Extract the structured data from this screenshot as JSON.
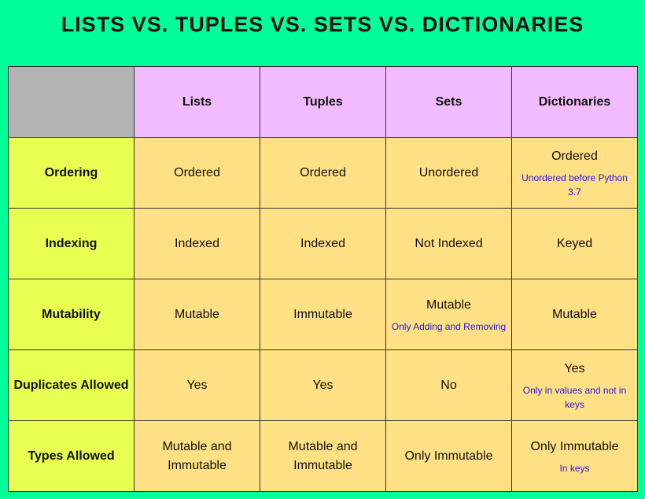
{
  "title": "LISTS VS. TUPLES VS. SETS VS. DICTIONARIES",
  "colors": {
    "background": "#00FF99",
    "corner": "#B3B3B3",
    "column_header": "#F2BBFF",
    "row_header": "#E8FF52",
    "cell": "#FFE084",
    "note_text": "#2A16E6"
  },
  "table": {
    "columns": [
      "Lists",
      "Tuples",
      "Sets",
      "Dictionaries"
    ],
    "rows": [
      {
        "label": "Ordering",
        "cells": [
          {
            "value": "Ordered",
            "note": ""
          },
          {
            "value": "Ordered",
            "note": ""
          },
          {
            "value": "Unordered",
            "note": ""
          },
          {
            "value": "Ordered",
            "note": "Unordered before Python 3.7"
          }
        ]
      },
      {
        "label": "Indexing",
        "cells": [
          {
            "value": "Indexed",
            "note": ""
          },
          {
            "value": "Indexed",
            "note": ""
          },
          {
            "value": "Not Indexed",
            "note": ""
          },
          {
            "value": "Keyed",
            "note": ""
          }
        ]
      },
      {
        "label": "Mutability",
        "cells": [
          {
            "value": "Mutable",
            "note": ""
          },
          {
            "value": "Immutable",
            "note": ""
          },
          {
            "value": "Mutable",
            "note": "Only Adding and Removing"
          },
          {
            "value": "Mutable",
            "note": ""
          }
        ]
      },
      {
        "label": "Duplicates Allowed",
        "cells": [
          {
            "value": "Yes",
            "note": ""
          },
          {
            "value": "Yes",
            "note": ""
          },
          {
            "value": "No",
            "note": ""
          },
          {
            "value": "Yes",
            "note": "Only in values and not in keys"
          }
        ]
      },
      {
        "label": "Types Allowed",
        "cells": [
          {
            "value": "Mutable and Immutable",
            "note": ""
          },
          {
            "value": "Mutable and Immutable",
            "note": ""
          },
          {
            "value": "Only Immutable",
            "note": ""
          },
          {
            "value": "Only Immutable",
            "note": "In keys"
          }
        ]
      }
    ]
  }
}
